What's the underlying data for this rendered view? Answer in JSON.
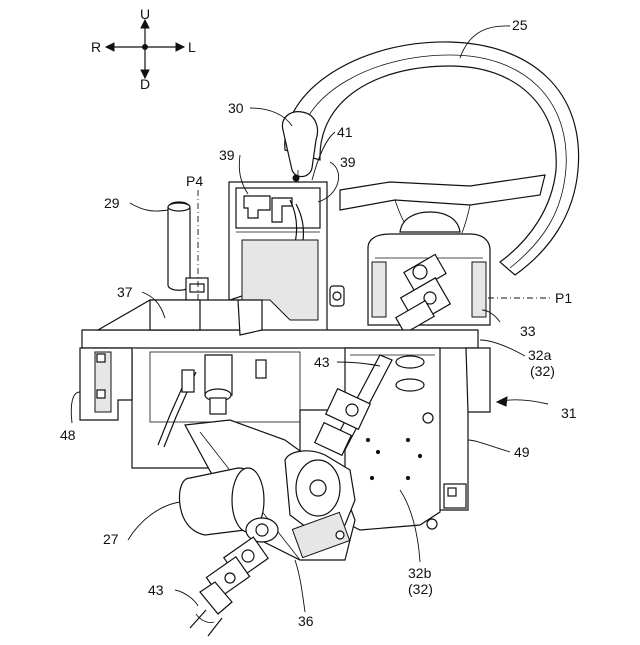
{
  "compass": {
    "up": "U",
    "down": "D",
    "left": "R",
    "right": "L"
  },
  "labels": {
    "l25": "25",
    "l30": "30",
    "l41": "41",
    "l39a": "39",
    "l39b": "39",
    "l29": "29",
    "lP4": "P4",
    "l37": "37",
    "lP1": "P1",
    "l33": "33",
    "l32a": "32a",
    "l32a_sub": "(32)",
    "l43a": "43",
    "l31": "31",
    "l48": "48",
    "l49": "49",
    "l27": "27",
    "l32b": "32b",
    "l32b_sub": "(32)",
    "l43b": "43",
    "l36": "36"
  }
}
